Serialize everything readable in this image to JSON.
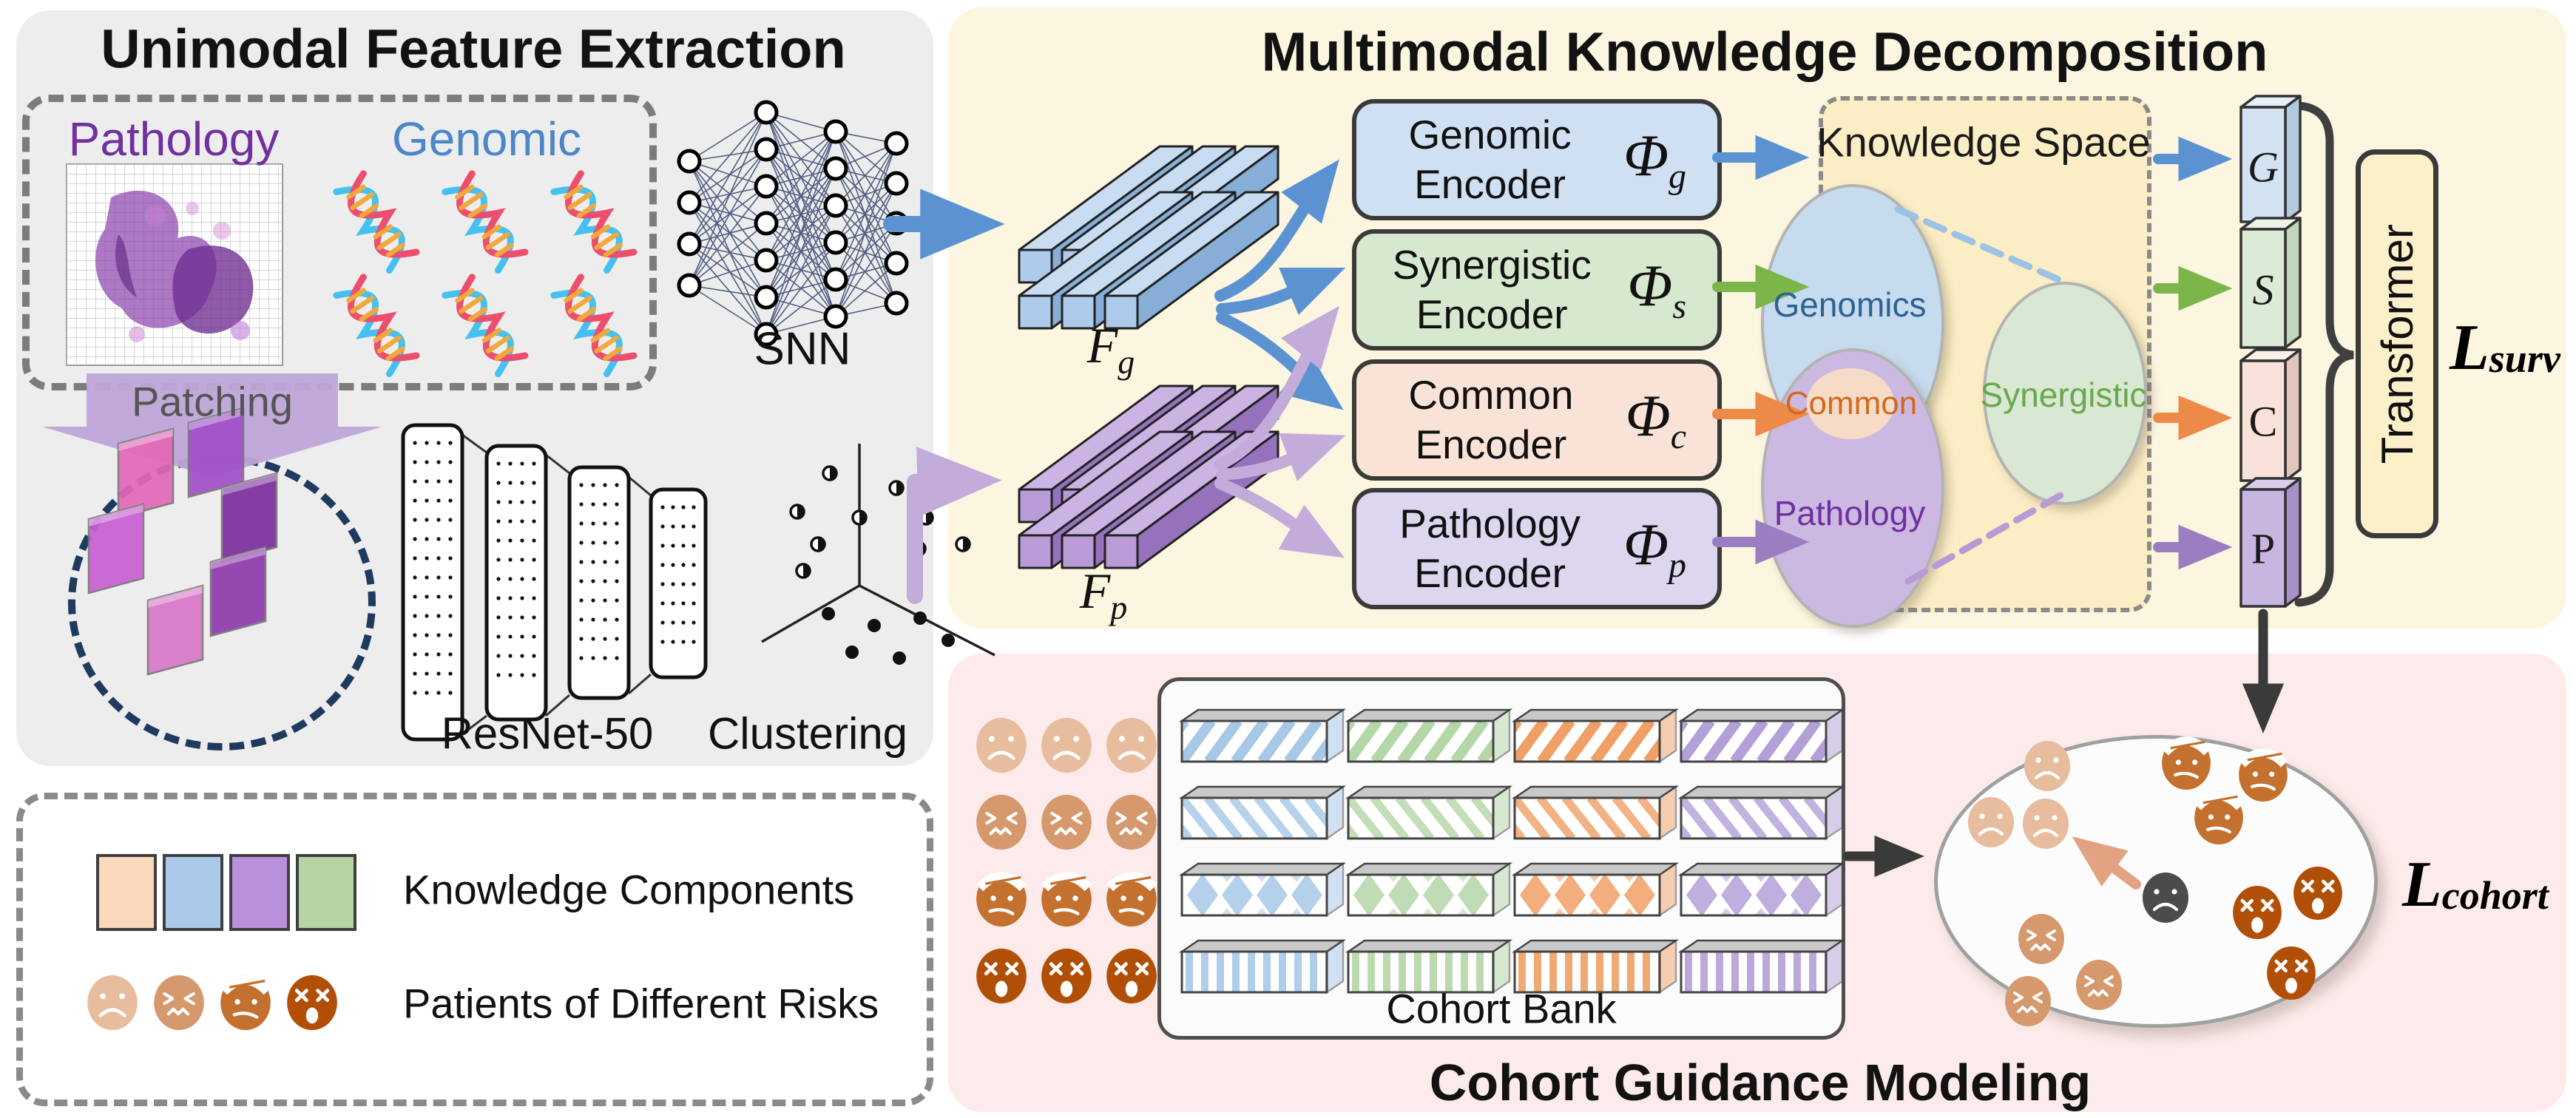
{
  "unimodal": {
    "title": "Unimodal Feature Extraction",
    "pathology_label": "Pathology",
    "genomic_label": "Genomic",
    "snn_label": "SNN",
    "patching_label": "Patching",
    "resnet_label": "ResNet-50",
    "clustering_label": "Clustering"
  },
  "decomposition": {
    "title": "Multimodal Knowledge Decomposition",
    "feature_genomic": {
      "base": "F",
      "sub": "g"
    },
    "feature_pathology": {
      "base": "F",
      "sub": "p"
    },
    "encoders": [
      {
        "line1": "Genomic",
        "line2": "Encoder",
        "phi_base": "Φ",
        "phi_sub": "g",
        "fill": "#cfe0f2"
      },
      {
        "line1": "Synergistic",
        "line2": "Encoder",
        "phi_base": "Φ",
        "phi_sub": "s",
        "fill": "#d6e8cd"
      },
      {
        "line1": "Common",
        "line2": "Encoder",
        "phi_base": "Φ",
        "phi_sub": "c",
        "fill": "#f9e3d7"
      },
      {
        "line1": "Pathology",
        "line2": "Encoder",
        "phi_base": "Φ",
        "phi_sub": "p",
        "fill": "#ded5ee"
      }
    ],
    "knowledge_space": {
      "title": "Knowledge Space",
      "regions": [
        {
          "label": "Genomics",
          "text_color": "#2d6293",
          "fill": "#c6dbee"
        },
        {
          "label": "Common",
          "text_color": "#d2691e",
          "fill": "#f6dcc6"
        },
        {
          "label": "Pathology",
          "text_color": "#7030a0",
          "fill": "#ccb9e2"
        },
        {
          "label": "Synergistic",
          "text_color": "#69a84e",
          "fill": "#d8e8d2"
        }
      ]
    },
    "knowledge_tokens": [
      {
        "letter": "G",
        "fill": "#d3e3f4",
        "italic": true
      },
      {
        "letter": "S",
        "fill": "#dcebd5",
        "italic": true
      },
      {
        "letter": "C",
        "fill": "#f9e2d9",
        "italic": false
      },
      {
        "letter": "P",
        "fill": "#c8b6e0",
        "italic": false
      }
    ],
    "transformer_label": "Transformer",
    "surv_loss": {
      "base": "L",
      "sub": "surv"
    }
  },
  "cohort": {
    "title": "Cohort Guidance Modeling",
    "bank_label": "Cohort Bank",
    "cohort_loss": {
      "base": "L",
      "sub": "cohort"
    },
    "bank": {
      "rows": 4,
      "cols": 4,
      "col_colors": [
        "#a8c8e8",
        "#b5d6a7",
        "#f0a066",
        "#b4a0d8"
      ],
      "row_patterns": [
        "diagonal",
        "diagonal-reverse",
        "diamond",
        "vertical"
      ]
    },
    "risk_colors": [
      "#e7bd9e",
      "#d6996e",
      "#c4702e",
      "#b14f07"
    ],
    "query_color": "#4b4b4b"
  },
  "legend": {
    "components_label": "Knowledge Components",
    "component_colors": [
      "#fad8bc",
      "#abc9e9",
      "#b991da",
      "#b6d4a4"
    ],
    "risks_label": "Patients of Different Risks"
  },
  "accents": {
    "blue": "#5b93d2",
    "light_purple": "#c3abda",
    "green": "#7cb54a",
    "orange": "#ee8a48",
    "mid_purple": "#9b7ec2",
    "dark": "#3a3a3a",
    "face_arrow": "#e3a382",
    "dna_strand_a": "#45c1ef",
    "dna_strand_b": "#ec4f6e",
    "dna_rung": "#f2a93b",
    "navy_dash": "#1e3a5e"
  }
}
